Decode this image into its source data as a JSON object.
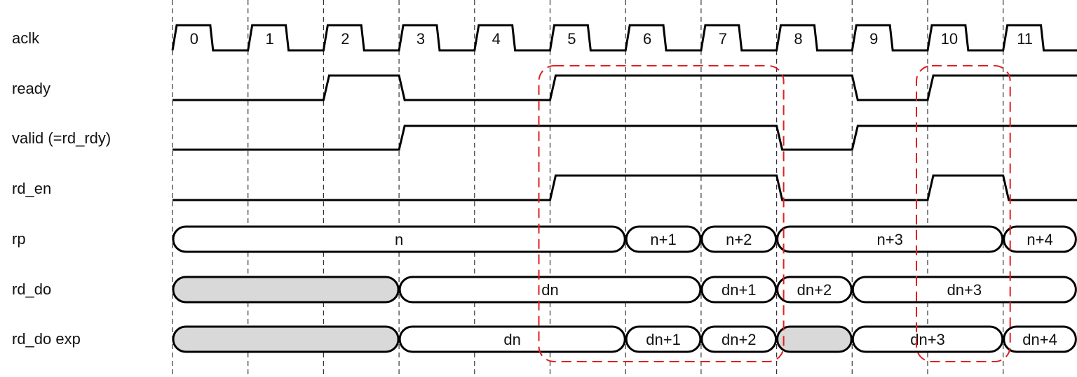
{
  "colors": {
    "line": "#000000",
    "grid": "#333333",
    "highlight": "#e02020",
    "undefined_fill": "#d9d9d9",
    "bus_fill": "#ffffff"
  },
  "cycles": 12,
  "clock": {
    "name": "aclk",
    "labels": [
      "0",
      "1",
      "2",
      "3",
      "4",
      "5",
      "6",
      "7",
      "8",
      "9",
      "10",
      "11"
    ]
  },
  "signals": [
    {
      "name": "ready",
      "initial": 0,
      "transitions": [
        2,
        3,
        5,
        9,
        10
      ]
    },
    {
      "name": "valid (=rd_rdy)",
      "initial": 0,
      "transitions": [
        3,
        8,
        9
      ]
    },
    {
      "name": "rd_en",
      "initial": 0,
      "transitions": [
        5,
        8,
        10,
        11
      ]
    }
  ],
  "buses": [
    {
      "name": "rp",
      "segments": [
        {
          "start": 0,
          "end": 6,
          "label": "n"
        },
        {
          "start": 6,
          "end": 7,
          "label": "n+1"
        },
        {
          "start": 7,
          "end": 8,
          "label": "n+2"
        },
        {
          "start": 8,
          "end": 11,
          "label": "n+3"
        },
        {
          "start": 11,
          "end": 12,
          "label": "n+4"
        }
      ]
    },
    {
      "name": "rd_do",
      "segments": [
        {
          "start": 0,
          "end": 3,
          "label": "",
          "undefined": true
        },
        {
          "start": 3,
          "end": 7,
          "label": "dn"
        },
        {
          "start": 7,
          "end": 8,
          "label": "dn+1"
        },
        {
          "start": 8,
          "end": 9,
          "label": "dn+2"
        },
        {
          "start": 9,
          "end": 12,
          "label": "dn+3"
        }
      ]
    },
    {
      "name": "rd_do exp",
      "segments": [
        {
          "start": 0,
          "end": 3,
          "label": "",
          "undefined": true
        },
        {
          "start": 3,
          "end": 6,
          "label": "dn"
        },
        {
          "start": 6,
          "end": 7,
          "label": "dn+1"
        },
        {
          "start": 7,
          "end": 8,
          "label": "dn+2"
        },
        {
          "start": 8,
          "end": 9,
          "label": "",
          "undefined": true
        },
        {
          "start": 9,
          "end": 11,
          "label": "dn+3"
        },
        {
          "start": 11,
          "end": 12,
          "label": "dn+4"
        }
      ]
    }
  ],
  "highlights": [
    {
      "from_cycle": 5,
      "to_cycle": 8
    },
    {
      "from_cycle": 10,
      "to_cycle": 11
    }
  ]
}
